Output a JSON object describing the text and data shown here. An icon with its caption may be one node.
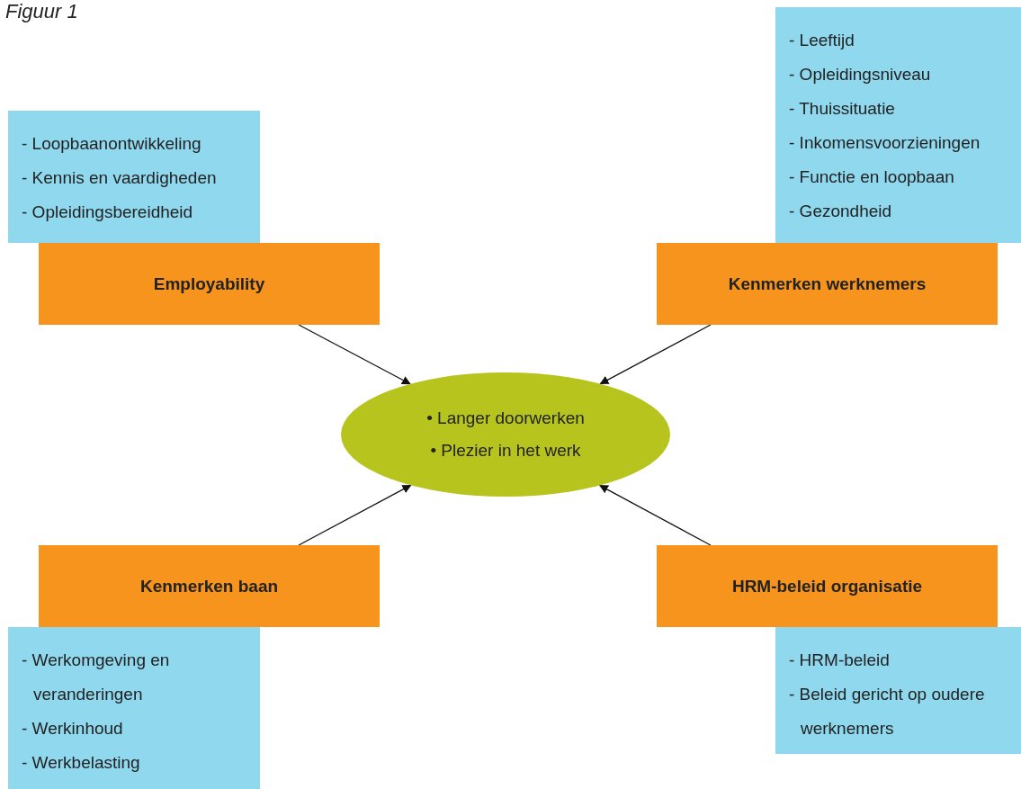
{
  "diagram": {
    "title": "Figuur 1",
    "nodes": [
      {
        "text": [
          "- Loopbaanontwikkeling",
          "- Kennis en vaardigheden",
          "- Opleidingsbereidheid"
        ]
      },
      {
        "text": [
          "Employability"
        ]
      },
      {
        "text": [
          "- Leeftijd",
          "- Opleidingsniveau",
          "- Thuissituatie",
          "- Inkomensvoorzieningen",
          "- Functie en loopbaan",
          "- Gezondheid"
        ]
      },
      {
        "text": [
          "Kenmerken werknemers"
        ]
      },
      {
        "text": [
          "• Langer doorwerken",
          "• Plezier in het werk"
        ]
      },
      {
        "text": [
          "Kenmerken baan"
        ]
      },
      {
        "text": [
          "- Werkomgeving en veranderingen",
          "- Werkinhoud",
          "- Werkbelasting"
        ]
      },
      {
        "text": [
          "HRM-beleid organisatie"
        ]
      },
      {
        "text": [
          "- HRM-beleid",
          "- Beleid gericht op oudere werknemers"
        ]
      }
    ],
    "edges": [
      {
        "from": 1,
        "to": 4,
        "arrow": "to"
      },
      {
        "from": 3,
        "to": 4,
        "arrow": "to"
      },
      {
        "from": 5,
        "to": 4,
        "arrow": "to"
      },
      {
        "from": 7,
        "to": 4,
        "arrow": "to"
      }
    ]
  }
}
